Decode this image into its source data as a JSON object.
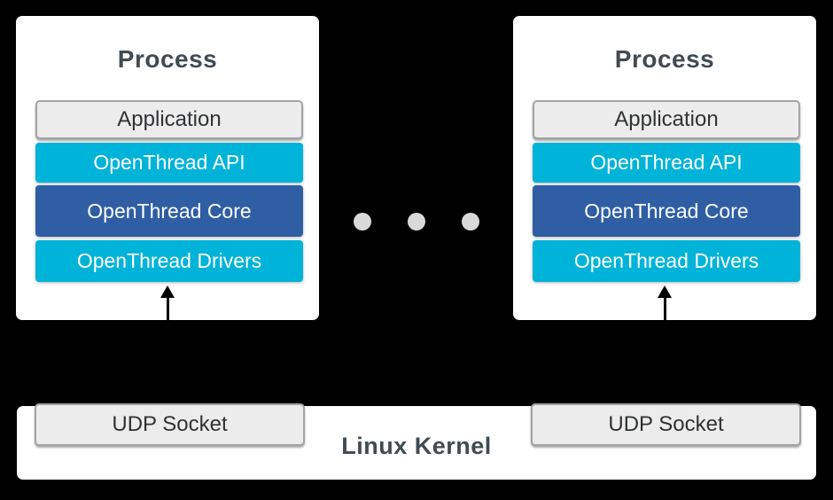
{
  "colors": {
    "background": "#000000",
    "panel": "#ffffff",
    "cyan": "#00b3d8",
    "blue": "#2f5ea4",
    "box_gray": "#ececec",
    "box_border": "#a3a3a3",
    "heading_text": "#414b53",
    "label_dark": "#303234",
    "label_light": "#ffffff",
    "dot": "#d9d9d9",
    "arrow": "#000000"
  },
  "processes": [
    {
      "title": "Process",
      "layers": [
        {
          "label": "Application",
          "variant": "gray"
        },
        {
          "label": "OpenThread API",
          "variant": "cyan"
        },
        {
          "label": "OpenThread Core",
          "variant": "blue"
        },
        {
          "label": "OpenThread Drivers",
          "variant": "cyan"
        }
      ]
    },
    {
      "title": "Process",
      "layers": [
        {
          "label": "Application",
          "variant": "gray"
        },
        {
          "label": "OpenThread API",
          "variant": "cyan"
        },
        {
          "label": "OpenThread Core",
          "variant": "blue"
        },
        {
          "label": "OpenThread Drivers",
          "variant": "cyan"
        }
      ]
    }
  ],
  "separator": {
    "dot_count": 3
  },
  "kernel": {
    "label": "Linux Kernel",
    "sockets": [
      {
        "label": "UDP Socket"
      },
      {
        "label": "UDP Socket"
      }
    ]
  }
}
